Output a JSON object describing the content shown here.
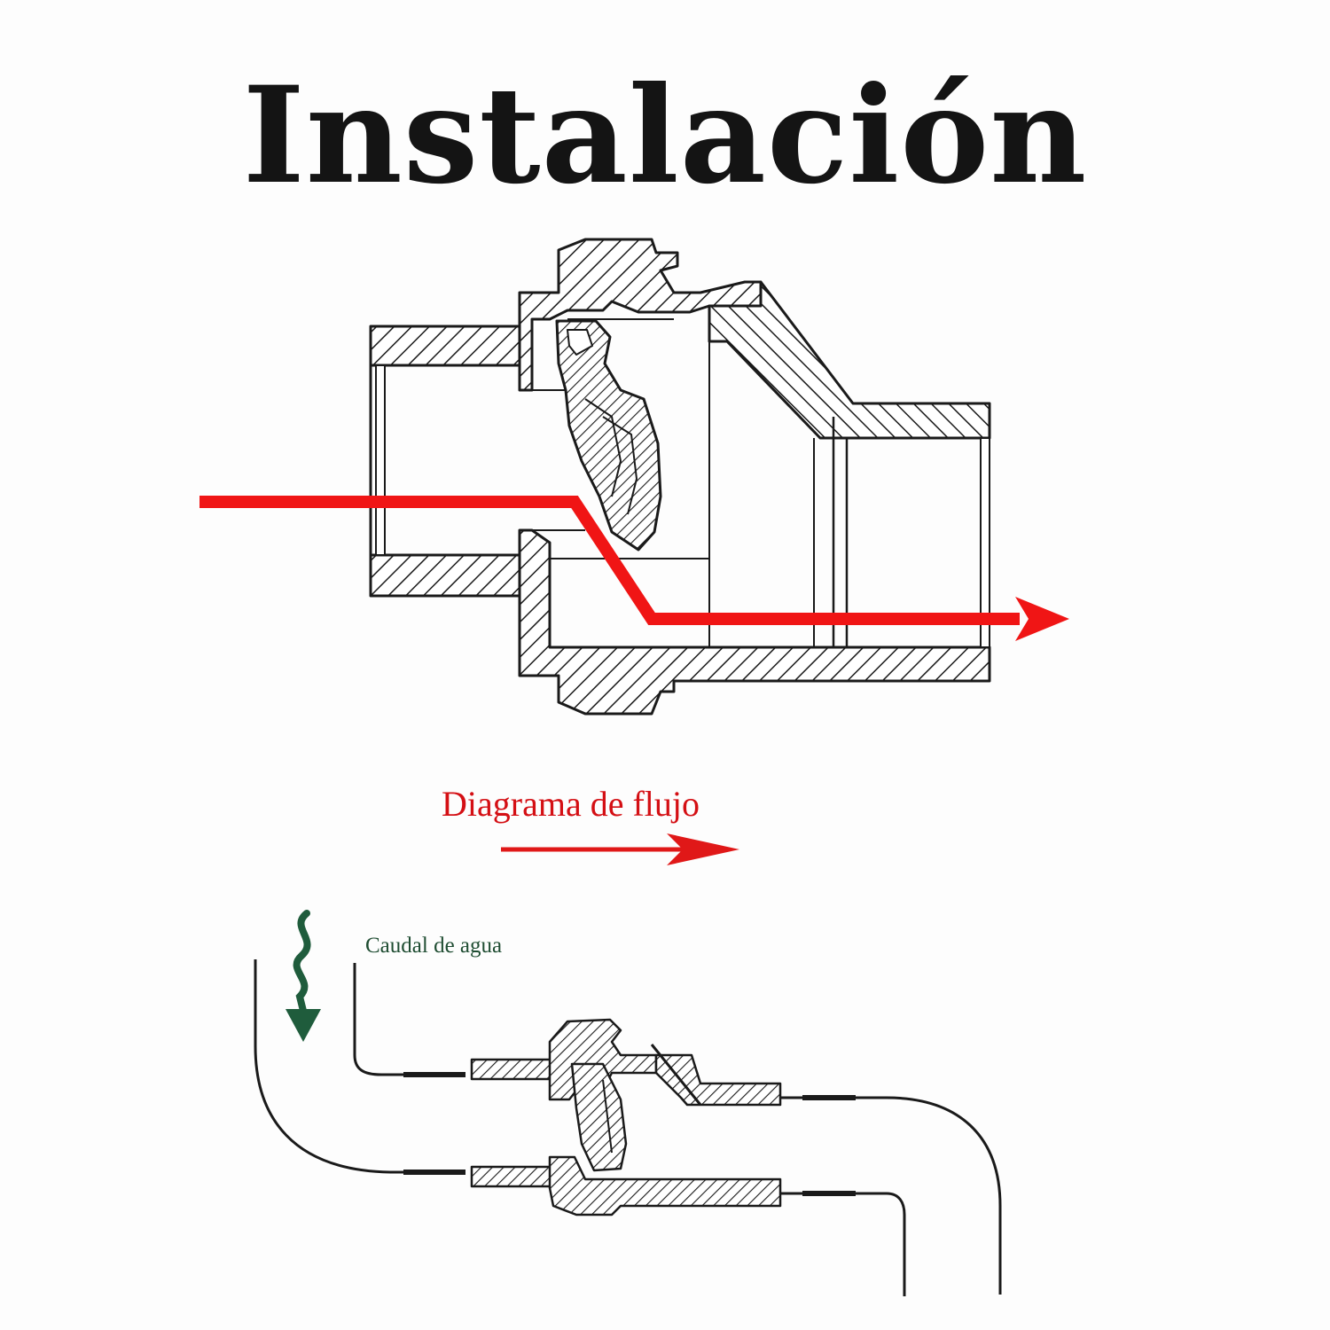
{
  "title": "Instalación",
  "flow_legend": {
    "label": "Diagrama de flujo",
    "color": "#d40f14"
  },
  "water_flow": {
    "label": "Caudal de agua",
    "color": "#1f5c3c",
    "icon": "wavy-down-arrow-icon"
  },
  "colors": {
    "line": "#1a1a1a",
    "flow_arrow": "#f01515"
  }
}
